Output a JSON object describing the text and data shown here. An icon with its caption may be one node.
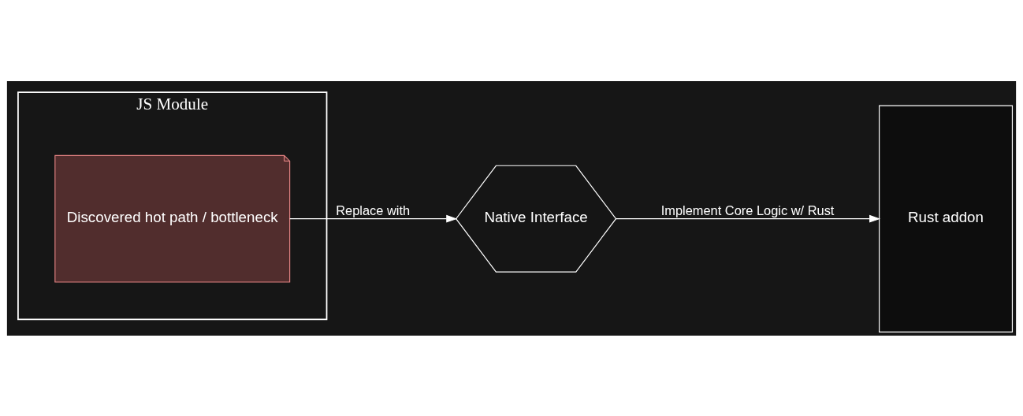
{
  "diagram": {
    "nodes": [
      {
        "text": [
          "JS Module"
        ]
      },
      {
        "text": [
          "Discovered hot path / bottleneck"
        ],
        "in": 0
      },
      {
        "text": [
          "Native Interface"
        ]
      },
      {
        "text": [
          "Rust addon"
        ]
      }
    ],
    "edges": [
      {
        "from": 1,
        "to": 2,
        "arrow": "to",
        "label": "Replace with"
      },
      {
        "from": 2,
        "to": 3,
        "arrow": "to",
        "label": "Implement Core Logic w/ Rust"
      }
    ]
  }
}
